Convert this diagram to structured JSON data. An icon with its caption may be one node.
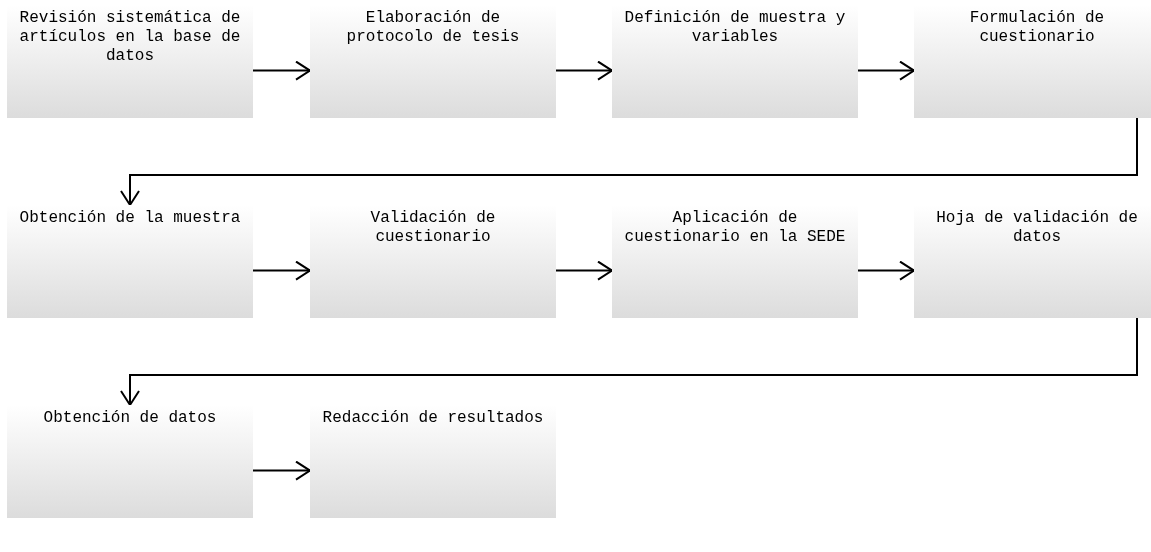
{
  "diagram": {
    "nodes": [
      {
        "text": [
          "Revisión sistemática de artículos en la base de datos"
        ]
      },
      {
        "text": [
          "Elaboración de protocolo de tesis"
        ]
      },
      {
        "text": [
          "Definición de muestra y variables"
        ]
      },
      {
        "text": [
          "Formulación de cuestionario"
        ]
      },
      {
        "text": [
          "Obtención de la muestra"
        ]
      },
      {
        "text": [
          "Validación de cuestionario"
        ]
      },
      {
        "text": [
          "Aplicación de cuestionario en la SEDE"
        ]
      },
      {
        "text": [
          "Hoja de validación de datos"
        ]
      },
      {
        "text": [
          "Obtención de datos"
        ]
      },
      {
        "text": [
          "Redacción de resultados"
        ]
      }
    ],
    "edges": [
      {
        "from": 0,
        "to": 1,
        "arrow": "to"
      },
      {
        "from": 1,
        "to": 2,
        "arrow": "to"
      },
      {
        "from": 2,
        "to": 3,
        "arrow": "to"
      },
      {
        "from": 3,
        "to": 4,
        "arrow": "to"
      },
      {
        "from": 4,
        "to": 5,
        "arrow": "to"
      },
      {
        "from": 5,
        "to": 6,
        "arrow": "to"
      },
      {
        "from": 6,
        "to": 7,
        "arrow": "to"
      },
      {
        "from": 7,
        "to": 8,
        "arrow": "to"
      },
      {
        "from": 8,
        "to": 9,
        "arrow": "to"
      }
    ]
  }
}
